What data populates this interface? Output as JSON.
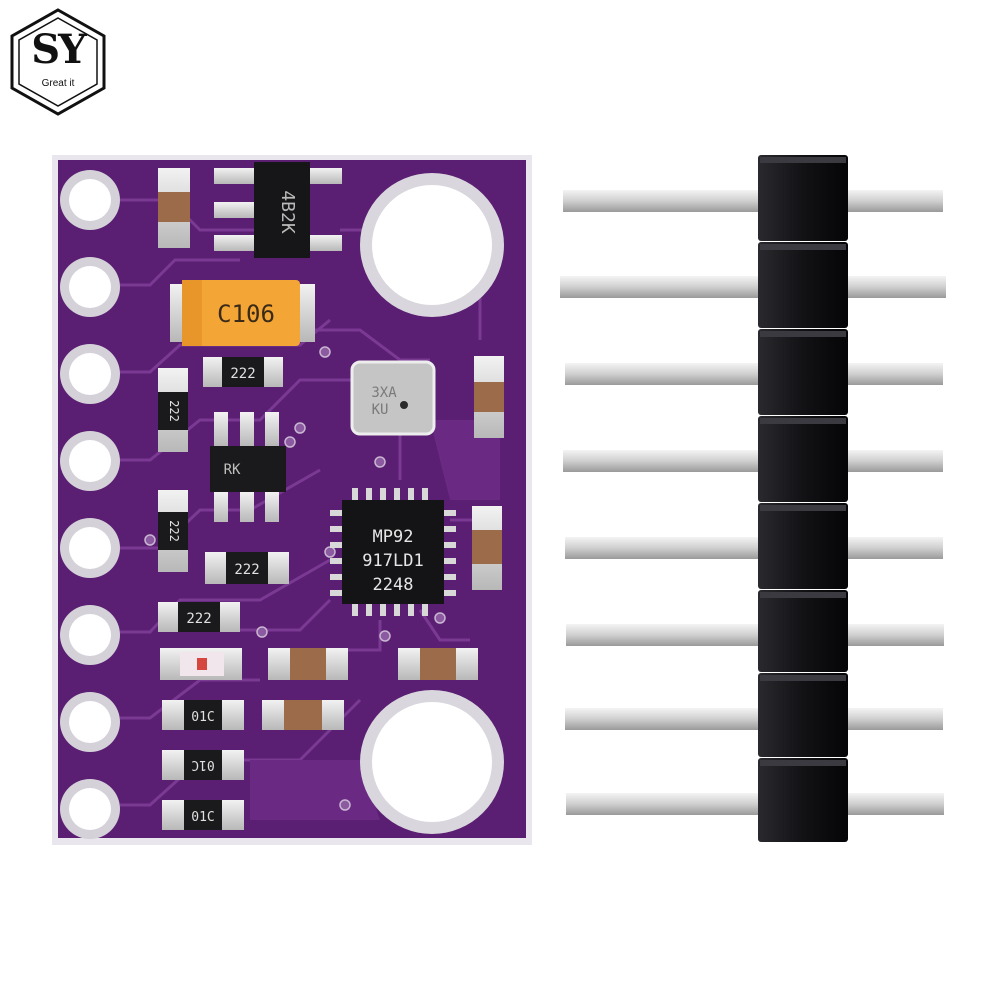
{
  "logo": {
    "letters": "SY",
    "tagline": "Great it"
  },
  "board": {
    "color": "#5a1e72",
    "tantalum_label": "C106",
    "regulator_label": "4B2K",
    "sensor_label_1": "3XA",
    "sensor_label_2": "KU",
    "transistor_label": "RK",
    "imu_label_1": "MP92",
    "imu_label_2": "917LD1",
    "imu_label_3": "2248",
    "resistor_label": "222",
    "resistor_label_b": "222",
    "resistor_label_c": "222",
    "resistor_label_d": "222",
    "resistor_label_e": "222",
    "small_res_label_1": "01C",
    "small_res_label_2": "01C",
    "small_res_label_3": "01C"
  },
  "header": {
    "pin_count": 8
  }
}
